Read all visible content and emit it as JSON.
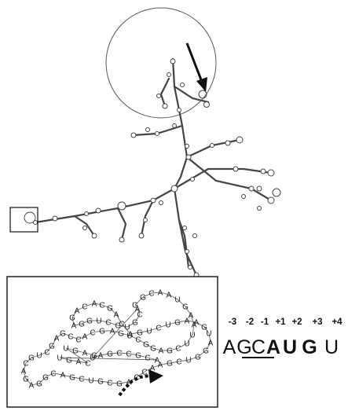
{
  "figure": {
    "positions": [
      "-3",
      "-2",
      "-1",
      "+1",
      "+2",
      "+3",
      "+4"
    ],
    "sequence": [
      {
        "base": "A",
        "bold": false,
        "underline": false
      },
      {
        "base": "G",
        "bold": false,
        "underline": false
      },
      {
        "base": "C",
        "bold": false,
        "underline": false
      },
      {
        "base": "A",
        "bold": true,
        "underline": true
      },
      {
        "base": "U",
        "bold": true,
        "underline": true
      },
      {
        "base": "G",
        "bold": true,
        "underline": false
      },
      {
        "base": "U",
        "bold": false,
        "underline": false
      }
    ],
    "inset_nucleotides": "GGCAAUGAAUUCGAGGCUGAGCACCGAGCUGCAGAGGCAGCUGCGACCAAGCUGGAUGAAGUCUGACAGCACAGAGGUCCUGCAUAGCCGCAUGACUGAGA",
    "colors": {
      "line": "#333333",
      "text": "#111111"
    }
  }
}
